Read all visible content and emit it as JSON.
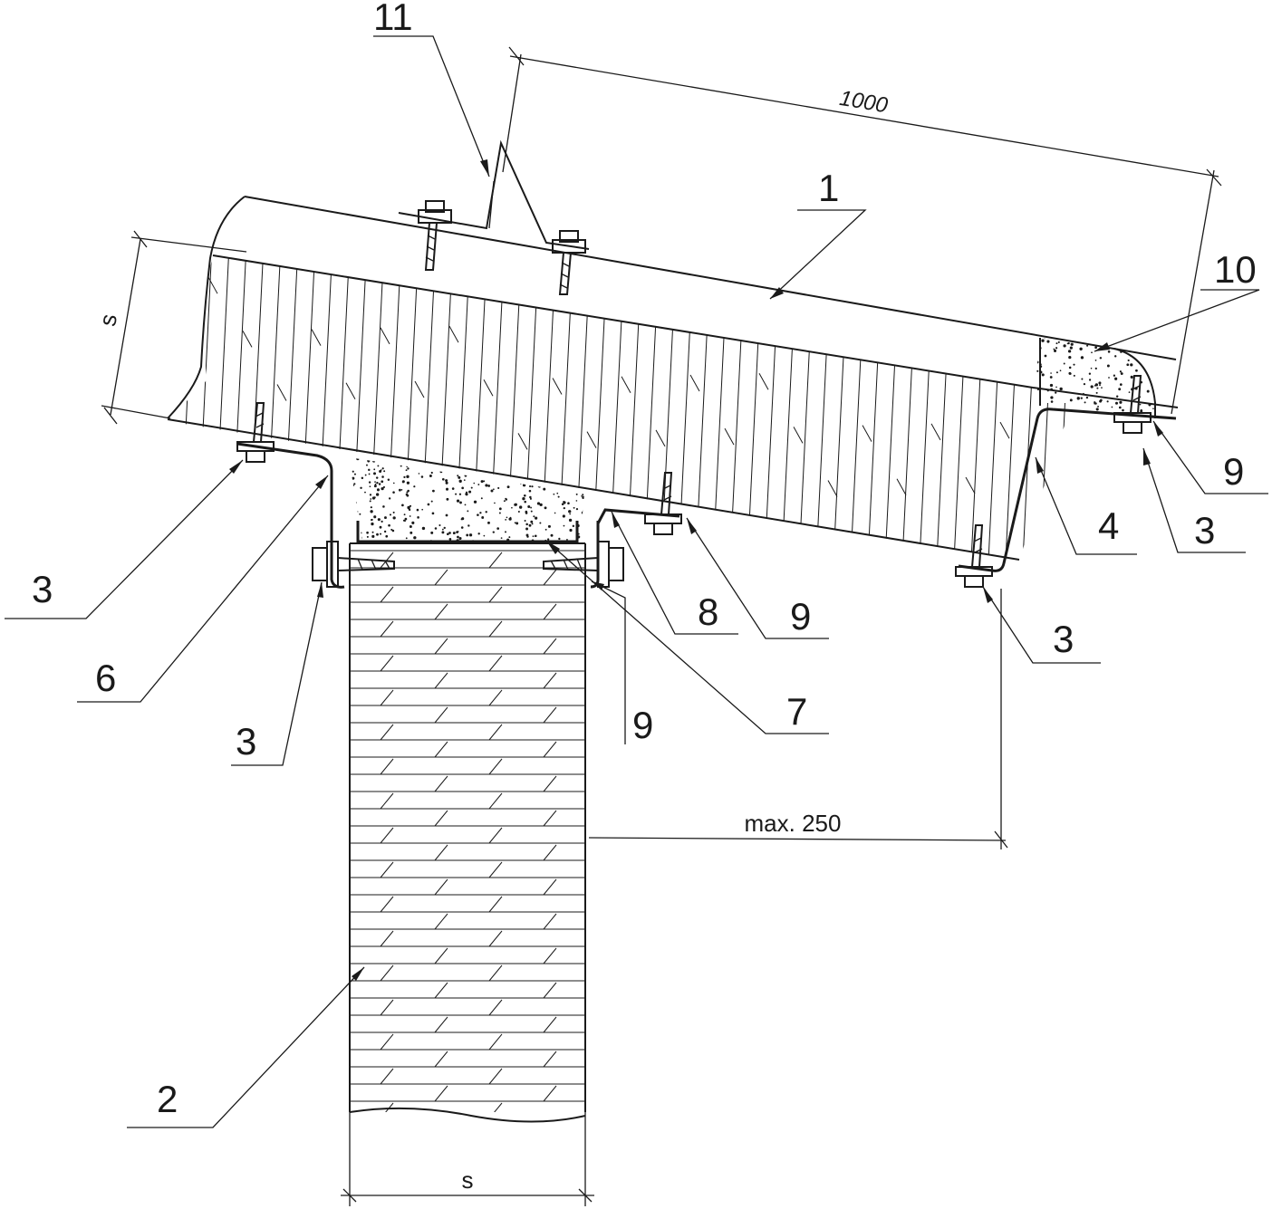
{
  "labels": {
    "l1": "1",
    "l2": "2",
    "l3a": "3",
    "l3b": "3",
    "l3c": "3",
    "l3d": "3",
    "l4": "4",
    "l6": "6",
    "l7": "7",
    "l8": "8",
    "l9a": "9",
    "l9b": "9",
    "l9c": "9",
    "l10": "10",
    "l11": "11"
  },
  "dimensions": {
    "panel_length": "1000",
    "max_distance": "max. 250",
    "thickness_top": "s",
    "thickness_bottom": "s"
  },
  "colors": {
    "line": "#1a1a1a",
    "background": "#ffffff"
  }
}
